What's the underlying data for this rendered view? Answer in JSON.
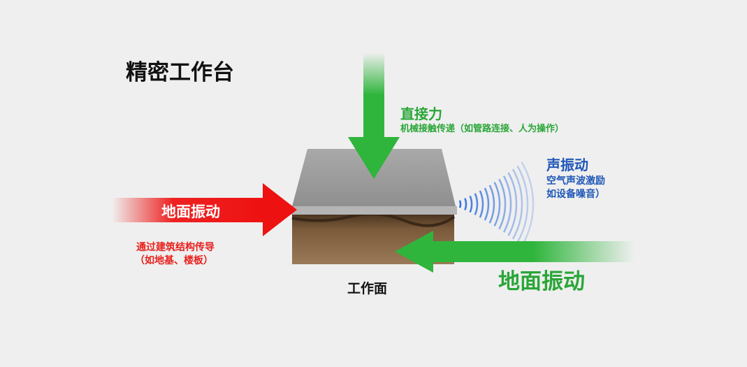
{
  "title": "精密工作台",
  "surface_label": "工作面",
  "direct_force": {
    "title": "直接力",
    "desc": "机械接触传递（如管路连接、人为操作）",
    "color": "#2aa637"
  },
  "acoustic": {
    "title": "声振动",
    "line1": "空气声波激励",
    "line2": "如设备噪音）",
    "color": "#1f57b8"
  },
  "ground_left": {
    "title": "地面振动",
    "line1": "通过建筑结构传导",
    "line2": "（如地基、楼板）",
    "color": "#e8201c"
  },
  "ground_right": {
    "title": "地面振动",
    "color": "#2aa637"
  }
}
